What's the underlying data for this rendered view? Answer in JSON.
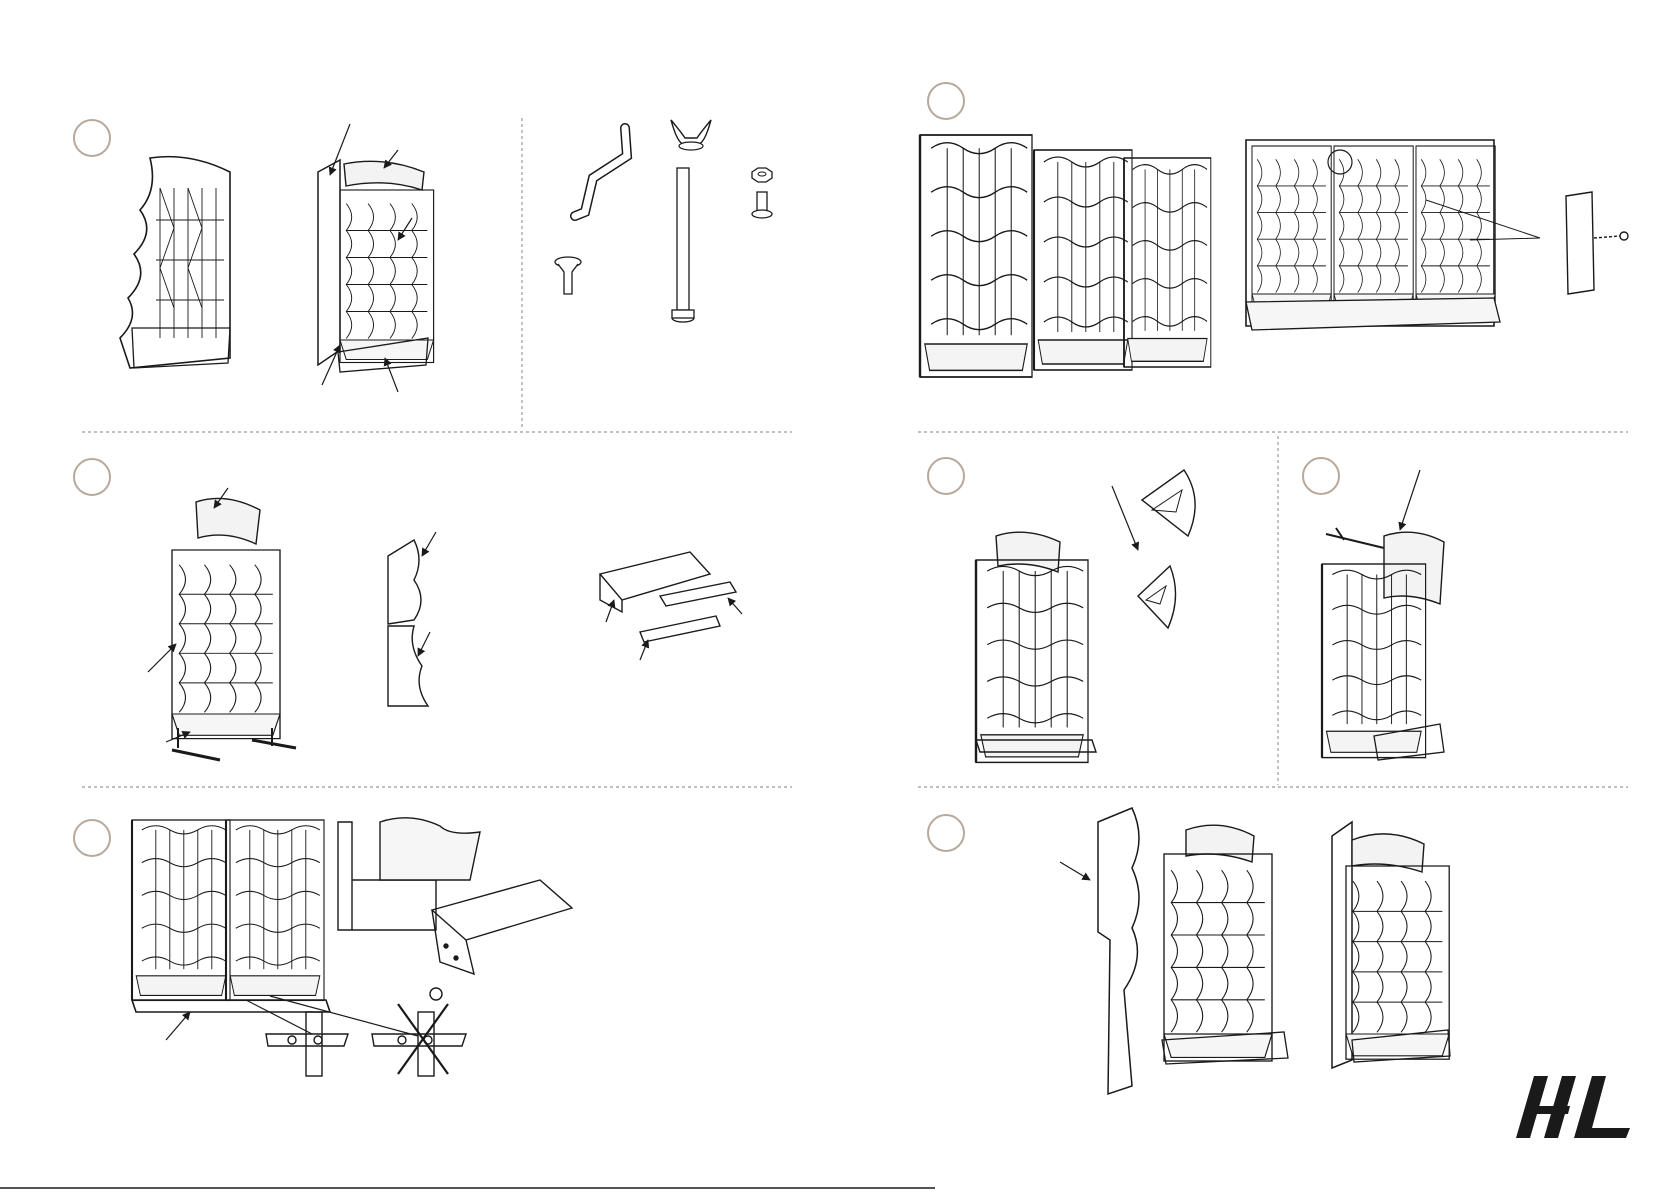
{
  "document": {
    "type": "assembly-instruction-sheet",
    "step_markers": [
      "",
      "",
      "",
      "",
      "",
      "",
      "",
      ""
    ],
    "brand_logo": "hl-logo",
    "colors": {
      "ink": "#1a1a1a",
      "divider": "#9a9a9a",
      "step_ring": "#b7a89a",
      "background": "#ffffff"
    }
  },
  "icons": [
    "crank-handle",
    "wing-nut",
    "threaded-rod",
    "hex-nut",
    "bolt",
    "countersunk-screw"
  ]
}
